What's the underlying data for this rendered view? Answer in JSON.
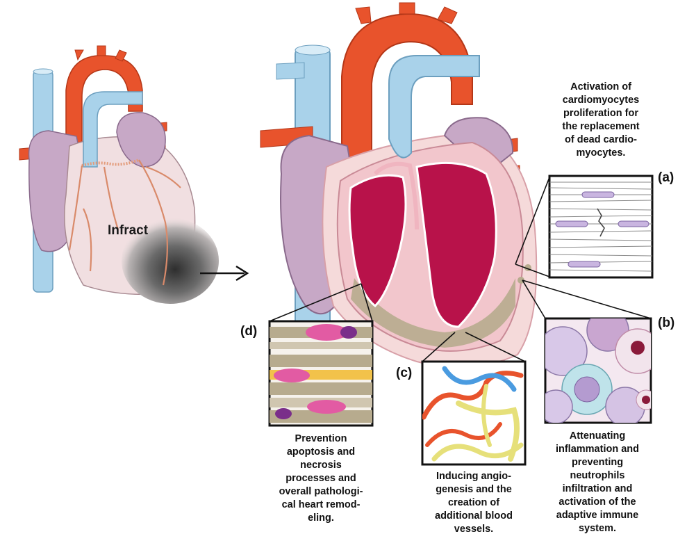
{
  "infarct_label": "Infract",
  "panels": {
    "a": {
      "label": "(a)",
      "caption": "Activation of\ncardiomyocytes\nproliferation for\nthe replacement\nof dead cardio-\nmyocytes."
    },
    "b": {
      "label": "(b)",
      "caption": "Attenuating\ninflammation and\npreventing\nneutrophils\ninfiltration and\nactivation of the\nadaptive immune\nsystem."
    },
    "c": {
      "label": "(c)",
      "caption": "Inducing angio-\ngenesis and the\ncreation of\nadditional blood\nvessels."
    },
    "d": {
      "label": "(d)",
      "caption": "Prevention\napoptosis and\nnecrosis\nprocesses and\noverall pathologi-\ncal heart remod-\neling."
    }
  },
  "colors": {
    "aorta": "#e8532c",
    "vena_cava": "#a9d2ea",
    "atrium": "#c7a8c6",
    "myocardium": "#b8124a",
    "pericardium": "#f5dada",
    "infarct_dark": "#3a3a3a",
    "scar": "#b7ab8e"
  }
}
